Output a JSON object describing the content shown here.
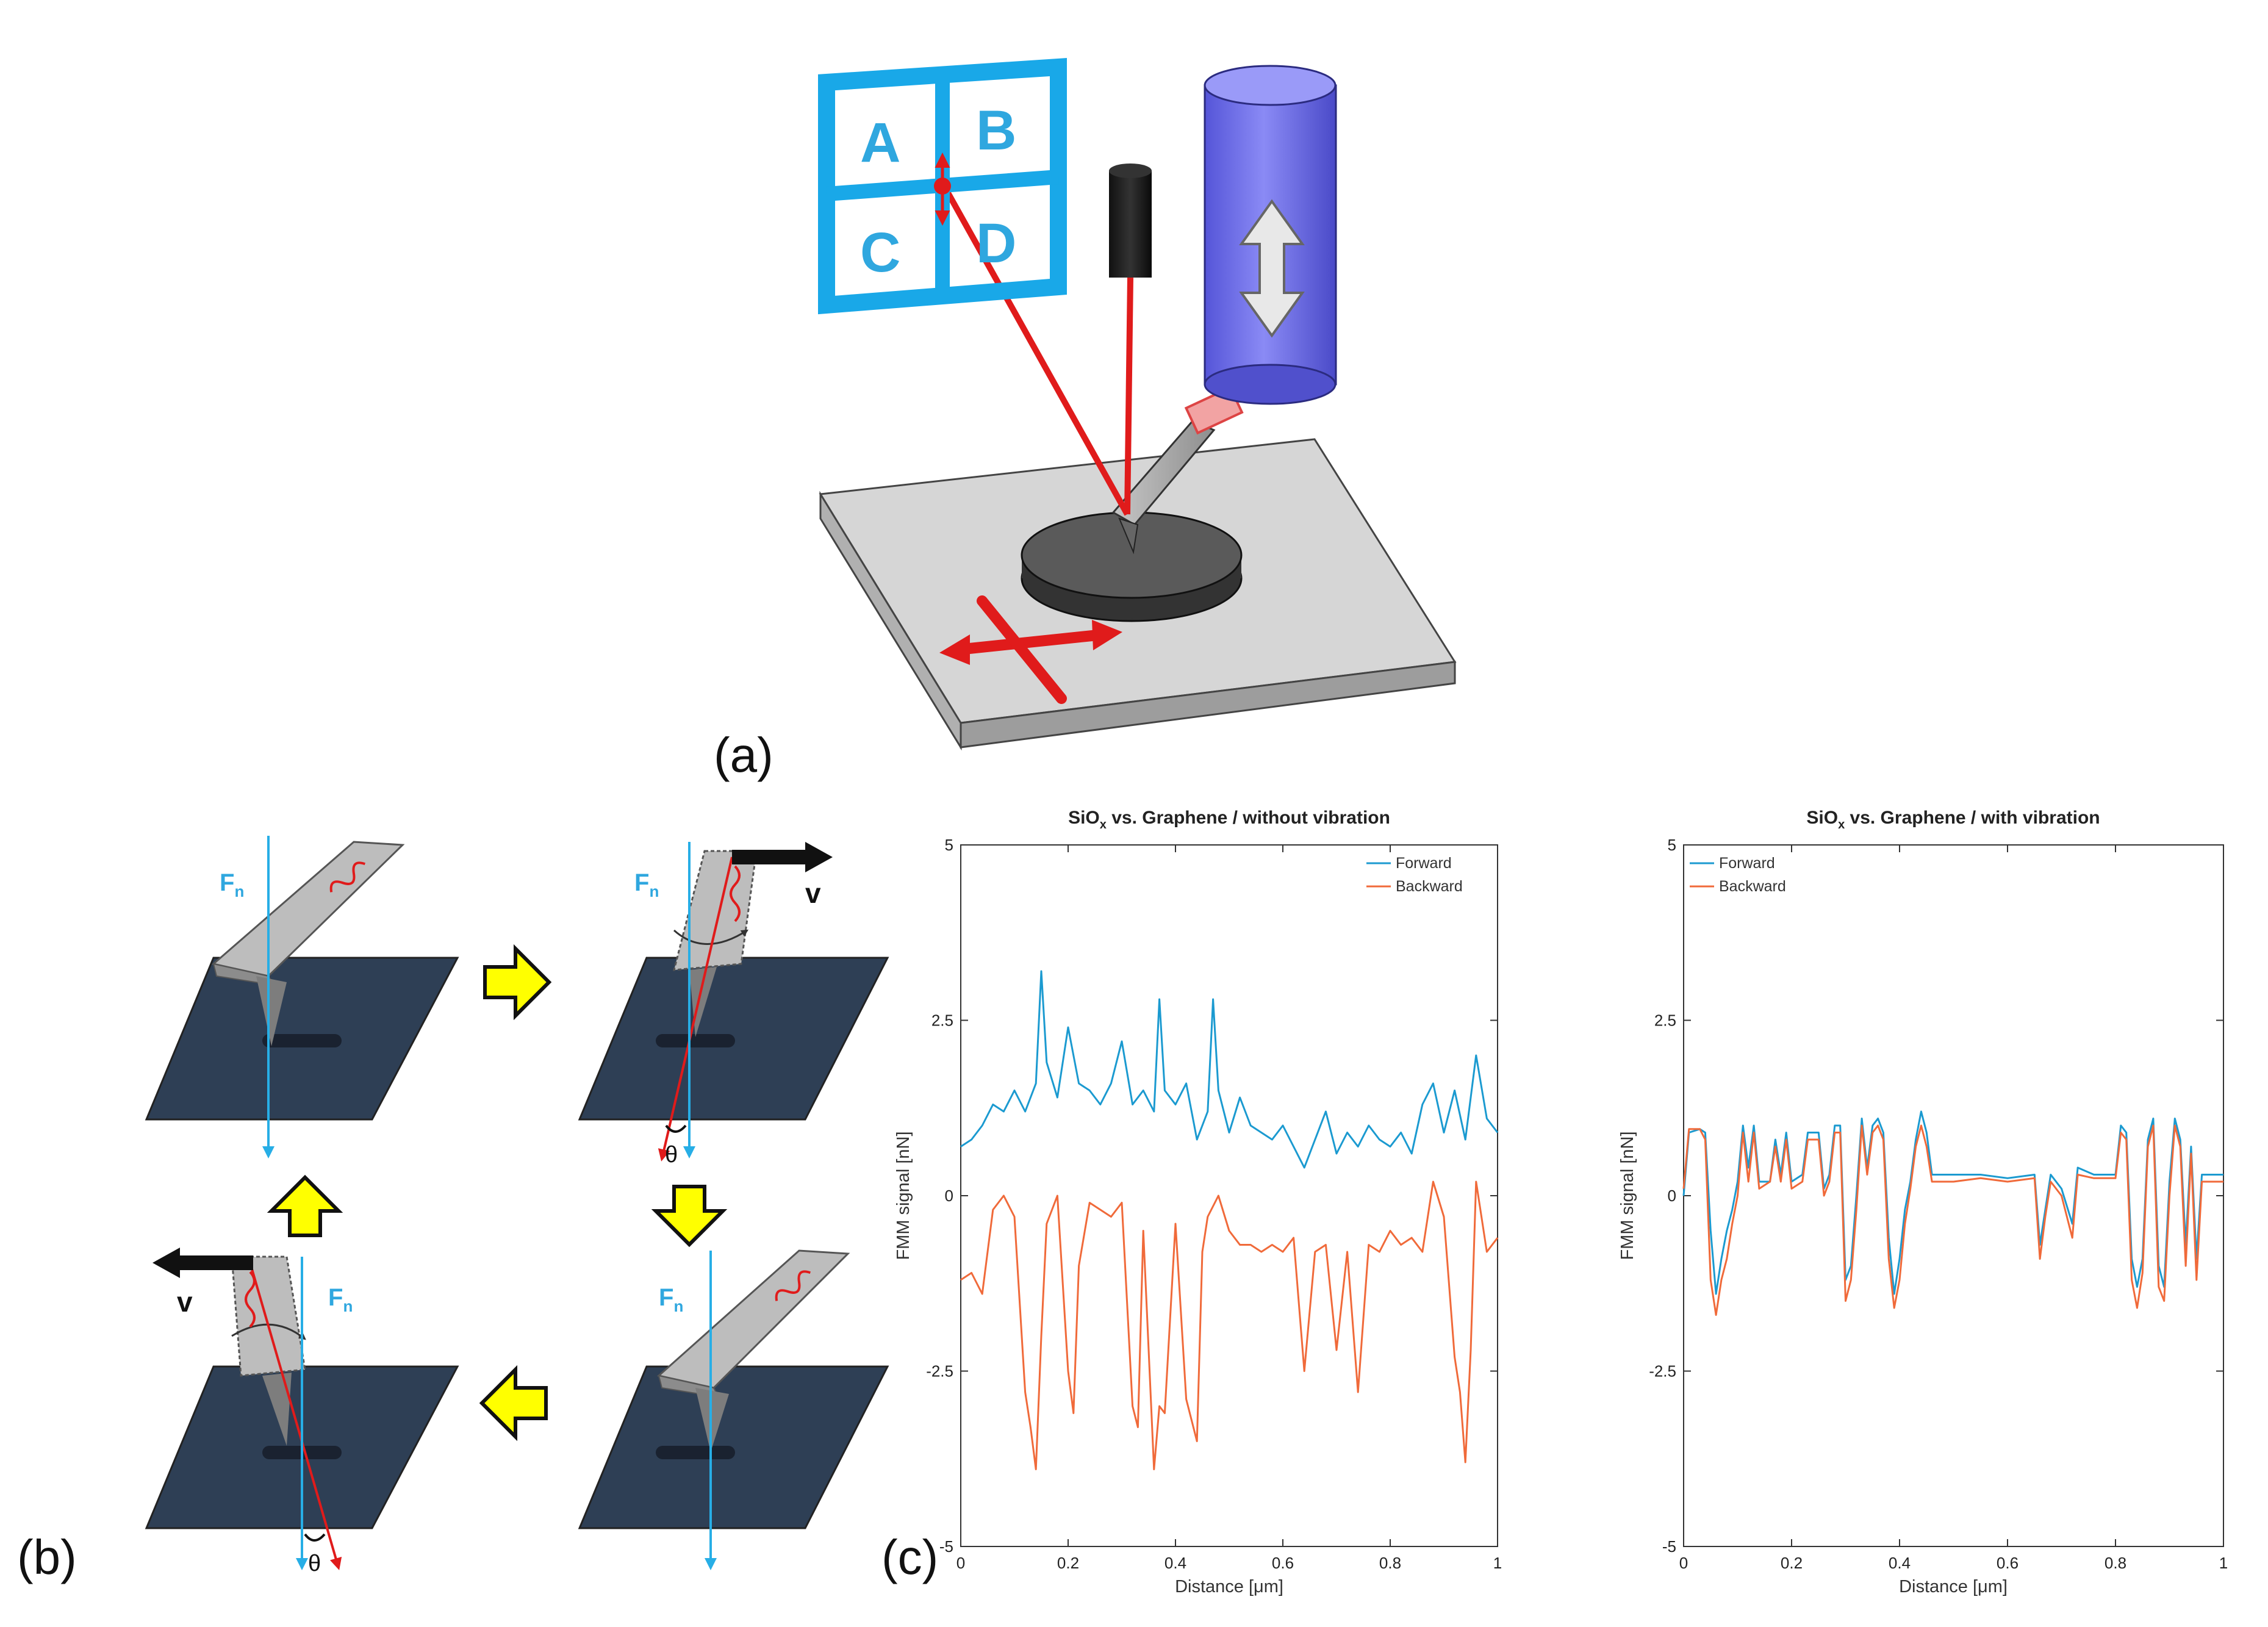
{
  "labels": {
    "panel_a": "(a)",
    "panel_b": "(b)",
    "panel_c": "(c)",
    "quadrants": [
      "A",
      "B",
      "C",
      "D"
    ],
    "normal_force": "F",
    "normal_force_sub": "n",
    "velocity": "v",
    "angle": "θ"
  },
  "colors": {
    "laser": "#e01b1b",
    "detector": "#19a8e8",
    "force_arrow": "#27aee6",
    "scanner": "#6f6ff0",
    "substrate": "#2e3f55",
    "step_arrow": "#ffff00",
    "forward": "#1b9ad0",
    "backward": "#f06a3a"
  },
  "chart_data": [
    {
      "type": "line",
      "title": "SiO",
      "title_sub": "x",
      "title_rest": " vs. Graphene / without vibration",
      "xlabel": "Distance [μm]",
      "ylabel": "FMM signal [nN]",
      "xlim": [
        0,
        1
      ],
      "ylim": [
        -5,
        5
      ],
      "xticks": [
        "0",
        "0.2",
        "0.4",
        "0.6",
        "0.8",
        "1"
      ],
      "yticks": [
        "5",
        "2.5",
        "0",
        "-2.5",
        "-5"
      ],
      "legend": "top-right",
      "series": [
        {
          "name": "Forward",
          "points": [
            [
              0,
              0.7
            ],
            [
              0.02,
              0.8
            ],
            [
              0.04,
              1.0
            ],
            [
              0.06,
              1.3
            ],
            [
              0.08,
              1.2
            ],
            [
              0.1,
              1.5
            ],
            [
              0.12,
              1.2
            ],
            [
              0.14,
              1.6
            ],
            [
              0.15,
              3.2
            ],
            [
              0.16,
              1.9
            ],
            [
              0.18,
              1.4
            ],
            [
              0.2,
              2.4
            ],
            [
              0.22,
              1.6
            ],
            [
              0.24,
              1.5
            ],
            [
              0.26,
              1.3
            ],
            [
              0.28,
              1.6
            ],
            [
              0.3,
              2.2
            ],
            [
              0.32,
              1.3
            ],
            [
              0.34,
              1.5
            ],
            [
              0.36,
              1.2
            ],
            [
              0.37,
              2.8
            ],
            [
              0.38,
              1.5
            ],
            [
              0.4,
              1.3
            ],
            [
              0.42,
              1.6
            ],
            [
              0.44,
              0.8
            ],
            [
              0.46,
              1.2
            ],
            [
              0.47,
              2.8
            ],
            [
              0.48,
              1.5
            ],
            [
              0.5,
              0.9
            ],
            [
              0.52,
              1.4
            ],
            [
              0.54,
              1.0
            ],
            [
              0.56,
              0.9
            ],
            [
              0.58,
              0.8
            ],
            [
              0.6,
              1.0
            ],
            [
              0.62,
              0.7
            ],
            [
              0.64,
              0.4
            ],
            [
              0.66,
              0.8
            ],
            [
              0.68,
              1.2
            ],
            [
              0.7,
              0.6
            ],
            [
              0.72,
              0.9
            ],
            [
              0.74,
              0.7
            ],
            [
              0.76,
              1.0
            ],
            [
              0.78,
              0.8
            ],
            [
              0.8,
              0.7
            ],
            [
              0.82,
              0.9
            ],
            [
              0.84,
              0.6
            ],
            [
              0.86,
              1.3
            ],
            [
              0.88,
              1.6
            ],
            [
              0.9,
              0.9
            ],
            [
              0.92,
              1.5
            ],
            [
              0.94,
              0.8
            ],
            [
              0.96,
              2.0
            ],
            [
              0.98,
              1.1
            ],
            [
              1.0,
              0.9
            ]
          ]
        },
        {
          "name": "Backward",
          "points": [
            [
              0,
              -1.2
            ],
            [
              0.02,
              -1.1
            ],
            [
              0.04,
              -1.4
            ],
            [
              0.06,
              -0.2
            ],
            [
              0.08,
              0.0
            ],
            [
              0.1,
              -0.3
            ],
            [
              0.12,
              -2.8
            ],
            [
              0.13,
              -3.3
            ],
            [
              0.14,
              -3.9
            ],
            [
              0.15,
              -2.0
            ],
            [
              0.16,
              -0.4
            ],
            [
              0.18,
              0.0
            ],
            [
              0.2,
              -2.5
            ],
            [
              0.21,
              -3.1
            ],
            [
              0.22,
              -1.0
            ],
            [
              0.24,
              -0.1
            ],
            [
              0.26,
              -0.2
            ],
            [
              0.28,
              -0.3
            ],
            [
              0.3,
              -0.1
            ],
            [
              0.32,
              -3.0
            ],
            [
              0.33,
              -3.3
            ],
            [
              0.34,
              -0.5
            ],
            [
              0.36,
              -3.9
            ],
            [
              0.37,
              -3.0
            ],
            [
              0.38,
              -3.1
            ],
            [
              0.4,
              -0.4
            ],
            [
              0.42,
              -2.9
            ],
            [
              0.44,
              -3.5
            ],
            [
              0.45,
              -0.8
            ],
            [
              0.46,
              -0.3
            ],
            [
              0.48,
              0.0
            ],
            [
              0.5,
              -0.5
            ],
            [
              0.52,
              -0.7
            ],
            [
              0.54,
              -0.7
            ],
            [
              0.56,
              -0.8
            ],
            [
              0.58,
              -0.7
            ],
            [
              0.6,
              -0.8
            ],
            [
              0.62,
              -0.6
            ],
            [
              0.64,
              -2.5
            ],
            [
              0.66,
              -0.8
            ],
            [
              0.68,
              -0.7
            ],
            [
              0.7,
              -2.2
            ],
            [
              0.72,
              -0.8
            ],
            [
              0.74,
              -2.8
            ],
            [
              0.76,
              -0.7
            ],
            [
              0.78,
              -0.8
            ],
            [
              0.8,
              -0.5
            ],
            [
              0.82,
              -0.7
            ],
            [
              0.84,
              -0.6
            ],
            [
              0.86,
              -0.8
            ],
            [
              0.88,
              0.2
            ],
            [
              0.9,
              -0.3
            ],
            [
              0.92,
              -2.3
            ],
            [
              0.93,
              -2.8
            ],
            [
              0.94,
              -3.8
            ],
            [
              0.95,
              -2.2
            ],
            [
              0.96,
              0.2
            ],
            [
              0.98,
              -0.8
            ],
            [
              1.0,
              -0.6
            ]
          ]
        }
      ]
    },
    {
      "type": "line",
      "title": "SiO",
      "title_sub": "x",
      "title_rest": " vs. Graphene / with vibration",
      "xlabel": "Distance [μm]",
      "ylabel": "FMM signal [nN]",
      "xlim": [
        0,
        1
      ],
      "ylim": [
        -5,
        5
      ],
      "xticks": [
        "0",
        "0.2",
        "0.4",
        "0.6",
        "0.8",
        "1"
      ],
      "yticks": [
        "5",
        "2.5",
        "0",
        "-2.5",
        "-5"
      ],
      "legend": "top-left",
      "series": [
        {
          "name": "Forward",
          "points": [
            [
              0,
              0.0
            ],
            [
              0.01,
              0.9
            ],
            [
              0.03,
              0.95
            ],
            [
              0.04,
              0.9
            ],
            [
              0.05,
              -0.5
            ],
            [
              0.06,
              -1.4
            ],
            [
              0.07,
              -0.9
            ],
            [
              0.08,
              -0.5
            ],
            [
              0.09,
              -0.2
            ],
            [
              0.1,
              0.2
            ],
            [
              0.11,
              1.0
            ],
            [
              0.12,
              0.4
            ],
            [
              0.13,
              1.0
            ],
            [
              0.14,
              0.2
            ],
            [
              0.16,
              0.2
            ],
            [
              0.17,
              0.8
            ],
            [
              0.18,
              0.3
            ],
            [
              0.19,
              0.9
            ],
            [
              0.2,
              0.2
            ],
            [
              0.22,
              0.3
            ],
            [
              0.23,
              0.9
            ],
            [
              0.25,
              0.9
            ],
            [
              0.26,
              0.1
            ],
            [
              0.27,
              0.3
            ],
            [
              0.28,
              1.0
            ],
            [
              0.29,
              1.0
            ],
            [
              0.3,
              -1.2
            ],
            [
              0.31,
              -1.0
            ],
            [
              0.32,
              0.0
            ],
            [
              0.33,
              1.1
            ],
            [
              0.34,
              0.4
            ],
            [
              0.35,
              1.0
            ],
            [
              0.36,
              1.1
            ],
            [
              0.37,
              0.9
            ],
            [
              0.38,
              -0.6
            ],
            [
              0.39,
              -1.4
            ],
            [
              0.4,
              -0.9
            ],
            [
              0.41,
              -0.2
            ],
            [
              0.42,
              0.2
            ],
            [
              0.43,
              0.8
            ],
            [
              0.44,
              1.2
            ],
            [
              0.45,
              0.9
            ],
            [
              0.46,
              0.3
            ],
            [
              0.5,
              0.3
            ],
            [
              0.55,
              0.3
            ],
            [
              0.6,
              0.25
            ],
            [
              0.65,
              0.3
            ],
            [
              0.66,
              -0.7
            ],
            [
              0.67,
              -0.2
            ],
            [
              0.68,
              0.3
            ],
            [
              0.7,
              0.1
            ],
            [
              0.72,
              -0.4
            ],
            [
              0.73,
              0.4
            ],
            [
              0.76,
              0.3
            ],
            [
              0.8,
              0.3
            ],
            [
              0.81,
              1.0
            ],
            [
              0.82,
              0.9
            ],
            [
              0.83,
              -0.9
            ],
            [
              0.84,
              -1.3
            ],
            [
              0.85,
              -0.9
            ],
            [
              0.86,
              0.8
            ],
            [
              0.87,
              1.1
            ],
            [
              0.88,
              -1.0
            ],
            [
              0.89,
              -1.3
            ],
            [
              0.9,
              0.2
            ],
            [
              0.91,
              1.1
            ],
            [
              0.92,
              0.8
            ],
            [
              0.93,
              -0.7
            ],
            [
              0.94,
              0.7
            ],
            [
              0.95,
              -0.9
            ],
            [
              0.96,
              0.3
            ],
            [
              0.98,
              0.3
            ],
            [
              1.0,
              0.3
            ]
          ]
        },
        {
          "name": "Backward",
          "points": [
            [
              0,
              0.1
            ],
            [
              0.01,
              0.95
            ],
            [
              0.03,
              0.95
            ],
            [
              0.04,
              0.8
            ],
            [
              0.05,
              -1.2
            ],
            [
              0.06,
              -1.7
            ],
            [
              0.07,
              -1.2
            ],
            [
              0.08,
              -0.9
            ],
            [
              0.09,
              -0.4
            ],
            [
              0.1,
              0.0
            ],
            [
              0.11,
              0.9
            ],
            [
              0.12,
              0.2
            ],
            [
              0.13,
              0.9
            ],
            [
              0.14,
              0.1
            ],
            [
              0.16,
              0.2
            ],
            [
              0.17,
              0.7
            ],
            [
              0.18,
              0.2
            ],
            [
              0.19,
              0.8
            ],
            [
              0.2,
              0.1
            ],
            [
              0.22,
              0.2
            ],
            [
              0.23,
              0.8
            ],
            [
              0.25,
              0.8
            ],
            [
              0.26,
              0.0
            ],
            [
              0.27,
              0.2
            ],
            [
              0.28,
              0.9
            ],
            [
              0.29,
              0.9
            ],
            [
              0.3,
              -1.5
            ],
            [
              0.31,
              -1.2
            ],
            [
              0.32,
              -0.2
            ],
            [
              0.33,
              1.0
            ],
            [
              0.34,
              0.3
            ],
            [
              0.35,
              0.9
            ],
            [
              0.36,
              1.0
            ],
            [
              0.37,
              0.8
            ],
            [
              0.38,
              -0.9
            ],
            [
              0.39,
              -1.6
            ],
            [
              0.4,
              -1.2
            ],
            [
              0.41,
              -0.4
            ],
            [
              0.42,
              0.1
            ],
            [
              0.43,
              0.7
            ],
            [
              0.44,
              1.0
            ],
            [
              0.45,
              0.7
            ],
            [
              0.46,
              0.2
            ],
            [
              0.5,
              0.2
            ],
            [
              0.55,
              0.25
            ],
            [
              0.6,
              0.2
            ],
            [
              0.65,
              0.25
            ],
            [
              0.66,
              -0.9
            ],
            [
              0.67,
              -0.3
            ],
            [
              0.68,
              0.2
            ],
            [
              0.7,
              0.0
            ],
            [
              0.72,
              -0.6
            ],
            [
              0.73,
              0.3
            ],
            [
              0.76,
              0.25
            ],
            [
              0.8,
              0.25
            ],
            [
              0.81,
              0.9
            ],
            [
              0.82,
              0.8
            ],
            [
              0.83,
              -1.2
            ],
            [
              0.84,
              -1.6
            ],
            [
              0.85,
              -1.1
            ],
            [
              0.86,
              0.7
            ],
            [
              0.87,
              1.0
            ],
            [
              0.88,
              -1.3
            ],
            [
              0.89,
              -1.5
            ],
            [
              0.9,
              0.0
            ],
            [
              0.91,
              1.0
            ],
            [
              0.92,
              0.7
            ],
            [
              0.93,
              -1.0
            ],
            [
              0.94,
              0.6
            ],
            [
              0.95,
              -1.2
            ],
            [
              0.96,
              0.2
            ],
            [
              0.98,
              0.2
            ],
            [
              1.0,
              0.2
            ]
          ]
        }
      ]
    }
  ]
}
